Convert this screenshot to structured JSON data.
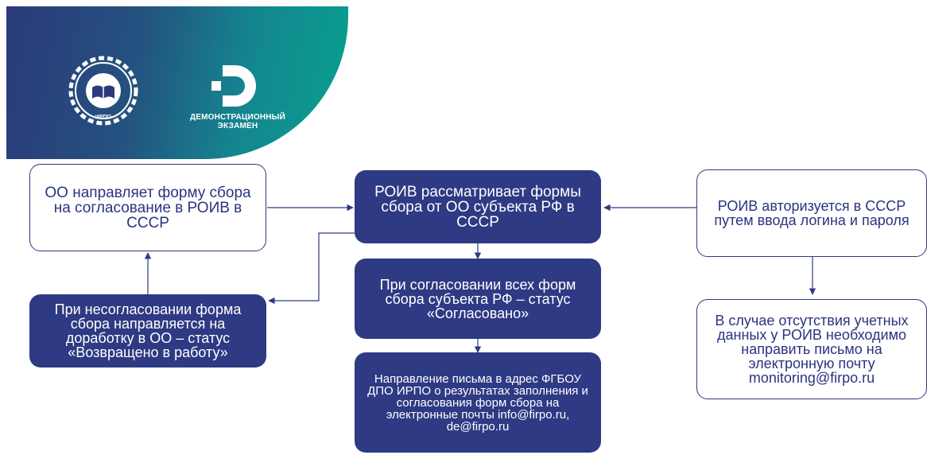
{
  "banner": {
    "emblem_text": "ИРПО",
    "logo_title_line1": "ДЕМОНСТРАЦИОННЫЙ",
    "logo_title_line2": "ЭКЗАМЕН"
  },
  "boxes": {
    "oo_sends": "ОО направляет форму сбора на согласование в РОИВ в СССР",
    "roiv_reviews": "РОИВ рассматривает формы сбора от ОО субъекта РФ в СССР",
    "roiv_auth": "РОИВ авторизуется в СССР путем ввода логина и пароля",
    "not_approved": "При несогласовании форма сбора направляется на доработку в ОО – статус «Возвращено в работу»",
    "all_approved": "При согласовании всех форм сбора субъекта РФ – статус «Согласовано»",
    "no_credentials": "В случае отсутствия учетных данных у РОИВ необходимо направить письмо на электронную почту monitoring@firpo.ru",
    "send_letter": "Направление письма в адрес ФГБОУ ДПО ИРПО о результатах заполнения и согласования форм сбора на электронные почты info@firpo.ru, de@firpo.ru"
  },
  "colors": {
    "dark_box": "#2e3a83",
    "line": "#2e3a83",
    "banner_start": "#2b3a7a",
    "banner_end": "#07a18f"
  }
}
